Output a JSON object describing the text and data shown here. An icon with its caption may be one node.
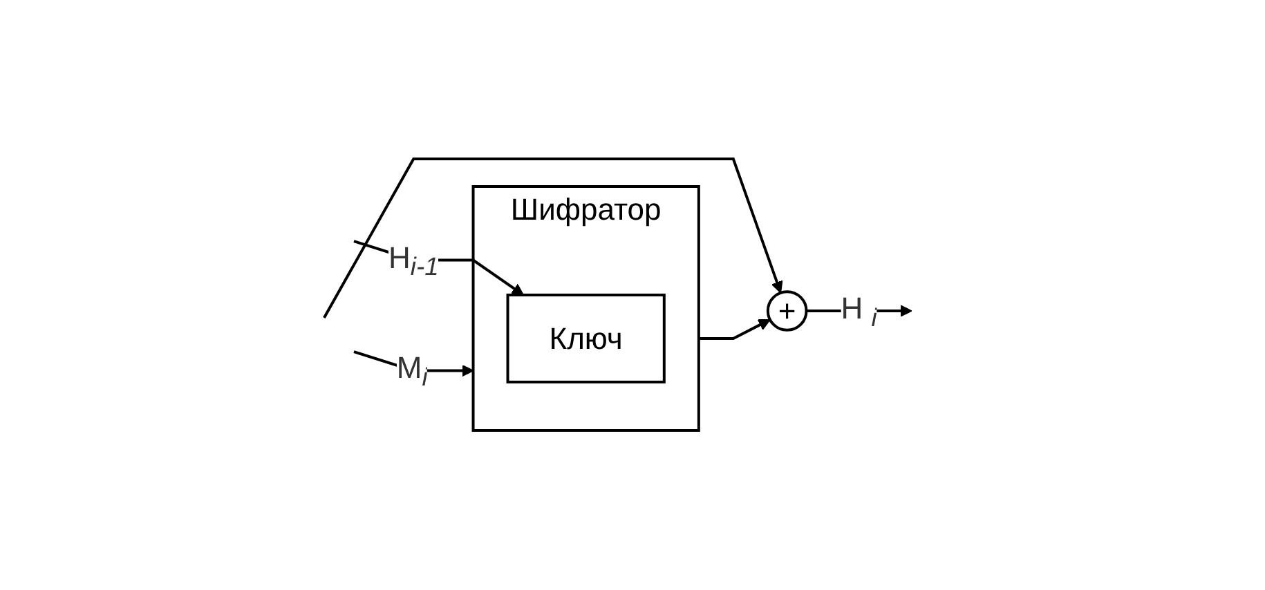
{
  "diagram": {
    "nodes": [
      {
        "text": [
          "Шифратор"
        ]
      },
      {
        "text": [
          "Ключ"
        ],
        "in": 0
      },
      {
        "text": [
          "+"
        ]
      }
    ],
    "edges": [
      {
        "from": null,
        "to": 1,
        "arrow": "to",
        "label": "H$_{i-1}$"
      },
      {
        "from": null,
        "to": 0,
        "arrow": "to",
        "label": "M$_{i}$"
      },
      {
        "from": 0,
        "to": 2,
        "arrow": "to"
      },
      {
        "from": null,
        "to": 2,
        "arrow": "to"
      },
      {
        "from": 2,
        "to": null,
        "arrow": "to",
        "label": "H $_{i}$"
      }
    ]
  }
}
